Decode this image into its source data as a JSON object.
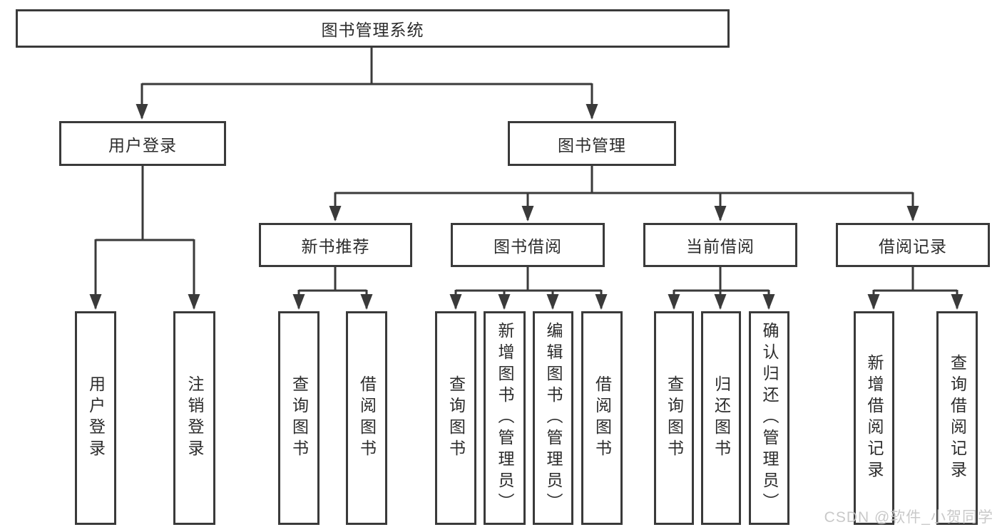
{
  "tree": {
    "label": "图书管理系统",
    "children": [
      {
        "label": "用户登录",
        "children": [
          {
            "label": "用户登录"
          },
          {
            "label": "注销登录"
          }
        ]
      },
      {
        "label": "图书管理",
        "children": [
          {
            "label": "新书推荐",
            "children": [
              {
                "label": "查询图书"
              },
              {
                "label": "借阅图书"
              }
            ]
          },
          {
            "label": "图书借阅",
            "children": [
              {
                "label": "查询图书"
              },
              {
                "label": "新增图书（管理员）"
              },
              {
                "label": "编辑图书（管理员）"
              },
              {
                "label": "借阅图书"
              }
            ]
          },
          {
            "label": "当前借阅",
            "children": [
              {
                "label": "查询图书"
              },
              {
                "label": "归还图书"
              },
              {
                "label": "确认归还（管理员）"
              }
            ]
          },
          {
            "label": "借阅记录",
            "children": [
              {
                "label": "新增借阅记录"
              },
              {
                "label": "查询借阅记录"
              }
            ]
          }
        ]
      }
    ]
  },
  "watermark": {
    "text": "CSDN @软件_小贺同学"
  },
  "colors": {
    "line": "#3a3a3a",
    "box_border": "#3a3a3a",
    "text": "#2c2c2c",
    "watermark": "#c6c6c6",
    "background": "#ffffff"
  }
}
